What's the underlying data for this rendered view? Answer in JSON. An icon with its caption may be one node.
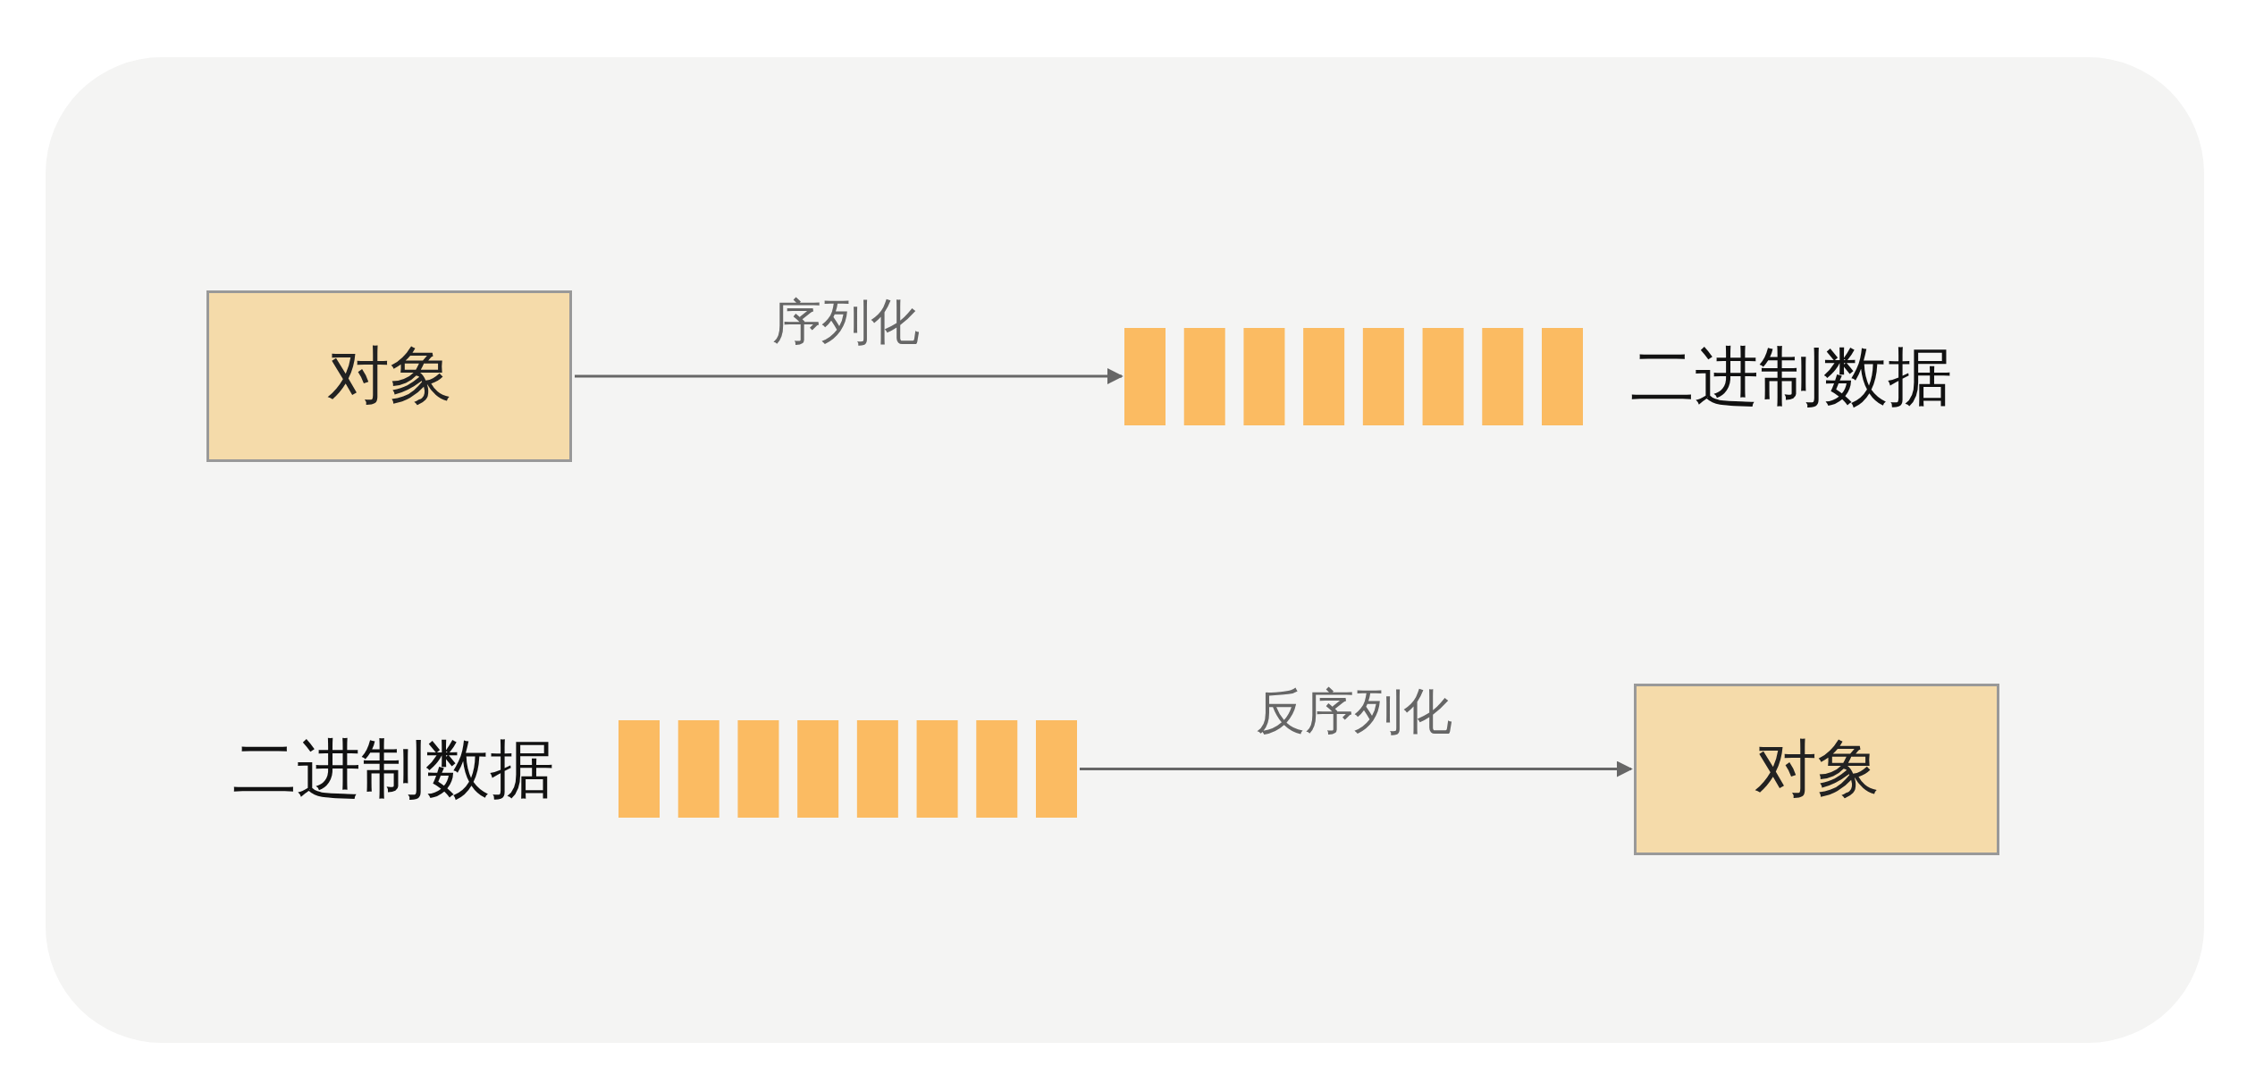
{
  "diagram": {
    "nodes": [
      {
        "text": [
          "对象"
        ]
      },
      {
        "text": [],
        "shape": "bar",
        "beside": [
          "二进制数据"
        ]
      },
      {
        "text": [],
        "shape": "bar",
        "beside": [
          "二进制数据"
        ]
      },
      {
        "text": [
          "对象"
        ]
      }
    ],
    "edges": [
      {
        "from": 0,
        "to": 1,
        "arrow": "to",
        "label": "序列化"
      },
      {
        "from": 2,
        "to": 3,
        "arrow": "to",
        "label": "反序列化"
      }
    ]
  }
}
